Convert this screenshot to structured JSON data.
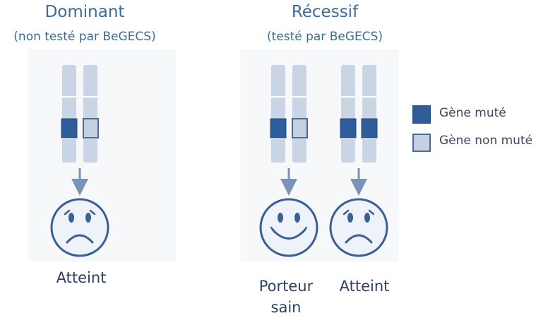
{
  "dominant": {
    "title": "Dominant",
    "subtitle": "(non testé par BeGECS)",
    "outcome": "Atteint"
  },
  "recessive": {
    "title": "Récessif",
    "subtitle": "(testé par BeGECS)",
    "outcome_carrier_line1": "Porteur",
    "outcome_carrier_line2": "sain",
    "outcome_affected": "Atteint"
  },
  "legend": {
    "mutated_label": "Gène muté",
    "non_mutated_label": "Gène non muté"
  },
  "colors": {
    "mutated": "#2f5d99",
    "non_mutated_fill": "#c4d0e0",
    "chromosome": "#c9d5e5",
    "arrow": "#7a93b8",
    "face_stroke": "#3b5f95",
    "face_fill": "#eef3fa"
  }
}
